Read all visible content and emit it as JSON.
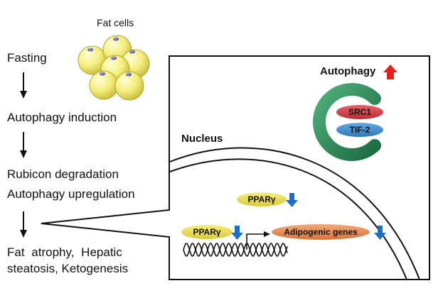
{
  "fat_cells_label": "Fat cells",
  "steps": [
    "Fasting",
    "Autophagy induction",
    "Rubicon degradation",
    "Autophagy upregulation",
    "Fat atrophy, Hepatic",
    "steatosis, Ketogenesis"
  ],
  "panel": {
    "autophagy_label": "Autophagy",
    "nucleus_label": "Nucleus",
    "src1_label": "SRC1",
    "tif2_label": "TIF-2",
    "ppar_upper_label": "PPARγ",
    "ppar_lower_label": "PPARγ",
    "adipogenic_label": "Adipogenic genes",
    "autophagy_trend": "up",
    "ppar_upper_trend": "down",
    "ppar_lower_trend": "down",
    "adipogenic_trend": "down"
  },
  "colors": {
    "fat_cell": "#f3ee7a",
    "autophagosome": "#2e8a5a",
    "src1": "#d9434b",
    "tif2": "#3f8fd1",
    "ppar": "#efe45a",
    "adipogenic": "#ec8f55",
    "up_arrow": "#e6211b",
    "down_arrow": "#1d6fc6"
  }
}
